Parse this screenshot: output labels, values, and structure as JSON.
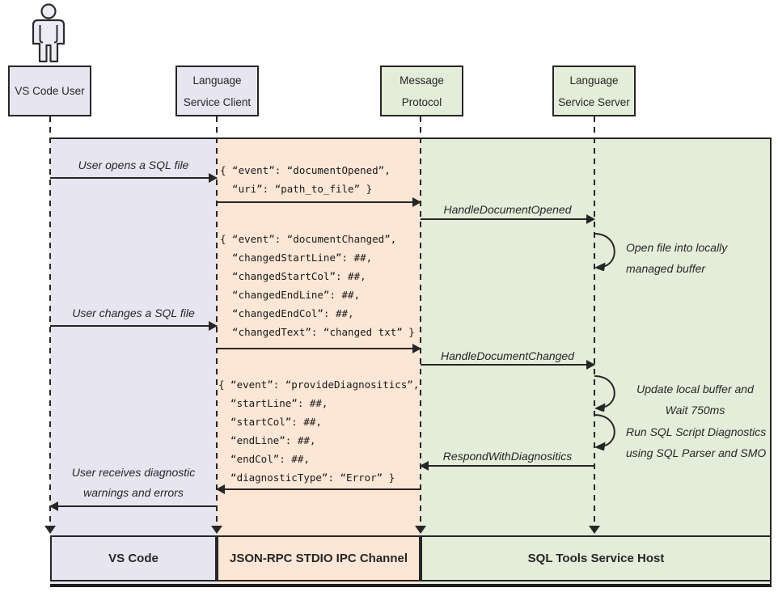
{
  "colors": {
    "lavender": "#e7e6f0",
    "peach": "#fce6d5",
    "green": "#e4edd9",
    "ink": "#262626"
  },
  "actors": {
    "user": {
      "label": "VS Code User"
    },
    "client": {
      "lines": [
        "Language",
        "Service Client"
      ]
    },
    "protocol": {
      "lines": [
        "Message",
        "Protocol"
      ]
    },
    "server": {
      "lines": [
        "Language",
        "Service Server"
      ]
    }
  },
  "messages": {
    "open_file": "User opens a SQL file",
    "handle_opened": "HandleDocumentOpened",
    "change_file": "User changes a SQL file",
    "handle_changed": "HandleDocumentChanged",
    "respond_diag": "RespondWithDiagnositics",
    "receive": {
      "lines": [
        "User receives diagnostic",
        "warnings and errors"
      ]
    }
  },
  "notes": {
    "open_buffer": {
      "lines": [
        "Open file into locally",
        "managed buffer"
      ]
    },
    "update_buffer": {
      "lines": [
        "Update local buffer and",
        "Wait 750ms"
      ]
    },
    "run_diag": {
      "lines": [
        "Run SQL Script Diagnostics",
        "using SQL Parser and SMO"
      ]
    }
  },
  "json_blocks": {
    "doc_opened": {
      "lines": [
        "{ “event”: “documentOpened”,",
        "  “uri”: “path_to_file” }"
      ]
    },
    "doc_changed": {
      "lines": [
        "{ “event”: “documentChanged”,",
        "  “changedStartLine”: ##,",
        "  “changedStartCol”: ##,",
        "  “changedEndLine”: ##,",
        "  “changedEndCol”: ##,",
        "  “changedText”: “changed txt” }"
      ]
    },
    "provide_diag": {
      "lines": [
        "{ “event”: “provideDiagnositics”,",
        "  “startLine”: ##,",
        "  “startCol”: ##,",
        "  “endLine”: ##,",
        "  “endCol”: ##,",
        "  “diagnosticType”: “Error” }"
      ]
    }
  },
  "lanes": {
    "vscode": "VS Code",
    "ipc": "JSON-RPC STDIO IPC Channel",
    "host": "SQL Tools Service Host"
  }
}
